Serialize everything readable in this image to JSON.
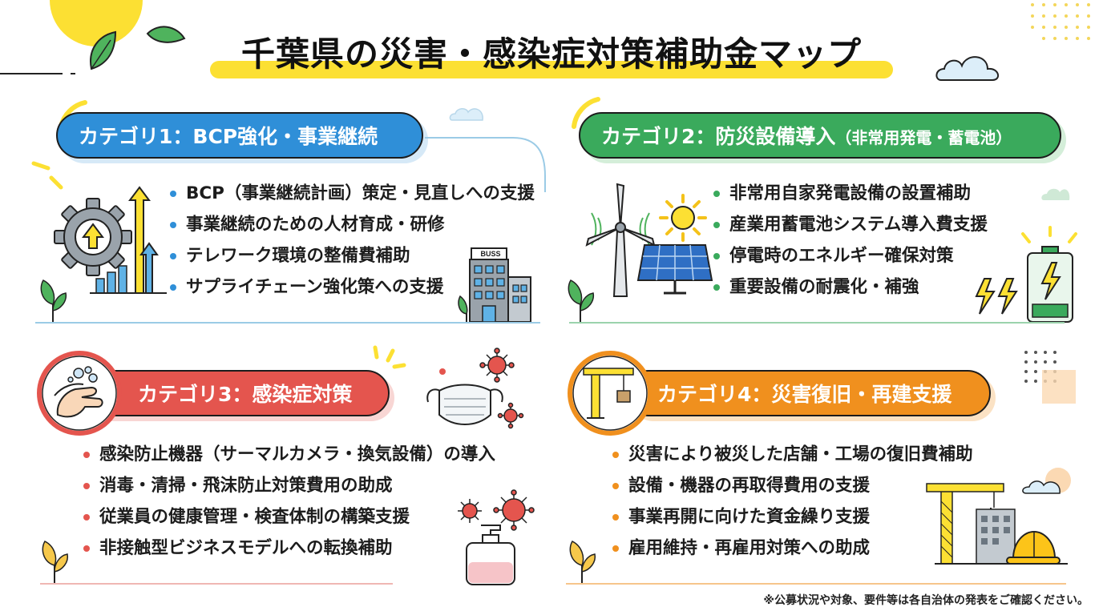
{
  "title": "千葉県の災害・感染症対策補助金マップ",
  "categories": [
    {
      "label": "カテゴリ1：BCP強化・事業継続",
      "color": "#2f8fd8",
      "items": [
        "BCP（事業継続計画）策定・見直しへの支援",
        "事業継続のための人材育成・研修",
        "テレワーク環境の整備費補助",
        "サプライチェーン強化策への支援"
      ],
      "building_sign": "BUSS"
    },
    {
      "label": "カテゴリ2：防災設備導入",
      "label_suffix": "（非常用発電・蓄電池）",
      "color": "#3aaa5c",
      "items": [
        "非常用自家発電設備の設置補助",
        "産業用蓄電池システム導入費支援",
        "停電時のエネルギー確保対策",
        "重要設備の耐震化・補強"
      ]
    },
    {
      "label": "カテゴリ3：感染症対策",
      "color": "#e4554e",
      "items": [
        "感染防止機器（サーマルカメラ・換気設備）の導入",
        "消毒・清掃・飛沫防止対策費用の助成",
        "従業員の健康管理・検査体制の構築支援",
        "非接触型ビジネスモデルへの転換補助"
      ]
    },
    {
      "label": "カテゴリ4：災害復旧・再建支援",
      "color": "#f0901e",
      "items": [
        "災害により被災した店舗・工場の復旧費補助",
        "設備・機器の再取得費用の支援",
        "事業再開に向けた資金繰り支援",
        "雇用維持・再雇用対策への助成"
      ]
    }
  ],
  "footnote": "※公募状況や対象、要件等は各自治体の発表をご確認ください。",
  "icons": [
    "sun-icon",
    "leaf-icon",
    "cloud-icon",
    "gear-arrow-icon",
    "growth-chart-icon",
    "building-icon",
    "wind-turbine-icon",
    "solar-panel-icon",
    "lightning-icon",
    "battery-icon",
    "hand-washing-icon",
    "virus-icon",
    "mask-icon",
    "sanitizer-bottle-icon",
    "crane-icon",
    "hard-hat-icon",
    "plant-icon"
  ]
}
